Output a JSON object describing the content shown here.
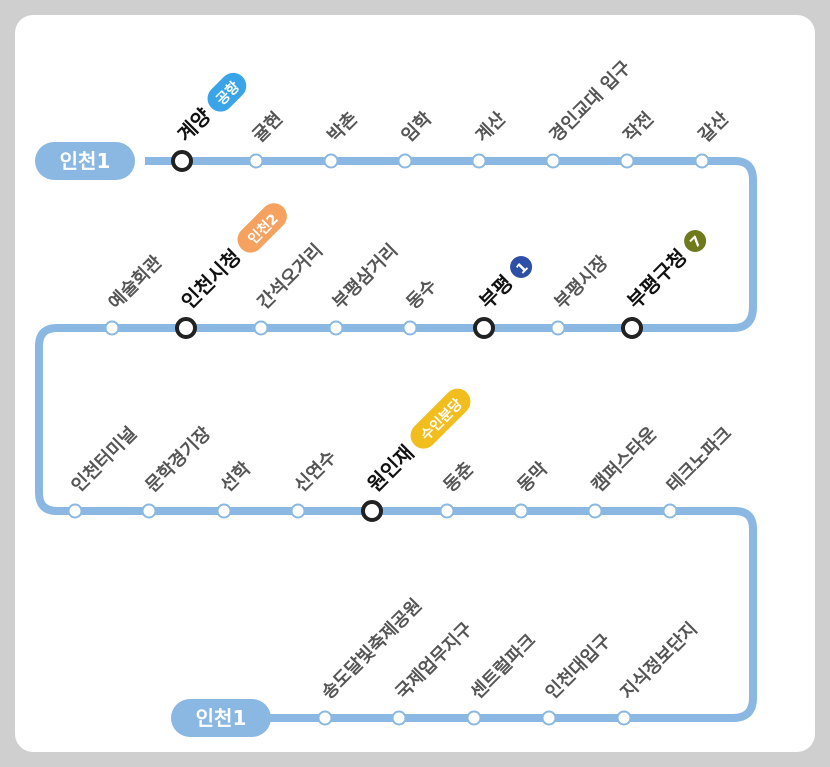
{
  "line_badge_start": "인천1",
  "line_badge_end": "인천1",
  "colors": {
    "line": "#8ab8e2",
    "station_fill": "#ffffff",
    "transfer_ring": "#222222",
    "label_regular": "#555555",
    "label_transfer": "#111111"
  },
  "transfer_tags": {
    "airport": {
      "text": "공항",
      "color": "#3aa4e8"
    },
    "incheon2": {
      "text": "인천2",
      "color": "#f5a15f"
    },
    "line1": {
      "text": "1",
      "color": "#2d4fa8"
    },
    "line7": {
      "text": "7",
      "color": "#6f7a1c"
    },
    "suin": {
      "text": "수인분당",
      "color": "#f2be1e"
    }
  },
  "rows": [
    {
      "stations": [
        {
          "name": "계양",
          "transfer": true,
          "tag": "airport"
        },
        {
          "name": "귤현"
        },
        {
          "name": "박촌"
        },
        {
          "name": "임학"
        },
        {
          "name": "계산"
        },
        {
          "name": "경인교대 입구"
        },
        {
          "name": "작전"
        },
        {
          "name": "갈산"
        }
      ]
    },
    {
      "stations": [
        {
          "name": "부평구청",
          "transfer": true,
          "tag": "line7"
        },
        {
          "name": "부평시장"
        },
        {
          "name": "부평",
          "transfer": true,
          "tag": "line1"
        },
        {
          "name": "동수"
        },
        {
          "name": "부평삼거리"
        },
        {
          "name": "간석오거리"
        },
        {
          "name": "인천시청",
          "transfer": true,
          "tag": "incheon2"
        },
        {
          "name": "예술회관"
        }
      ]
    },
    {
      "stations": [
        {
          "name": "인천터미널"
        },
        {
          "name": "문학경기장"
        },
        {
          "name": "선학"
        },
        {
          "name": "신연수"
        },
        {
          "name": "원인재",
          "transfer": true,
          "tag": "suin"
        },
        {
          "name": "동춘"
        },
        {
          "name": "동막"
        },
        {
          "name": "캠퍼스타운"
        },
        {
          "name": "테크노파크"
        }
      ]
    },
    {
      "stations": [
        {
          "name": "지식정보단지"
        },
        {
          "name": "인천대입구"
        },
        {
          "name": "센트럴파크"
        },
        {
          "name": "국제업무지구"
        },
        {
          "name": "송도달빛축제공원"
        }
      ]
    }
  ]
}
